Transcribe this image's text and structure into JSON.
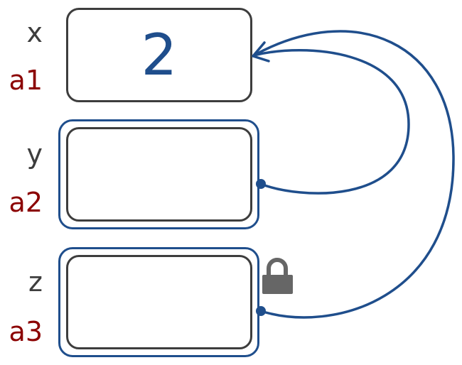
{
  "colors": {
    "name": "#3d3d3d",
    "address": "#8b0000",
    "pointer": "#1f4e8c",
    "box_border": "#3d3d3d",
    "lock": "#666666"
  },
  "cells": [
    {
      "name": "x",
      "address": "a1",
      "value": "2",
      "kind": "value"
    },
    {
      "name": "y",
      "address": "a2",
      "value": "",
      "kind": "pointer"
    },
    {
      "name": "z",
      "address": "a3",
      "value": "",
      "kind": "const-pointer"
    }
  ],
  "icons": {
    "lock": "lock-icon"
  }
}
